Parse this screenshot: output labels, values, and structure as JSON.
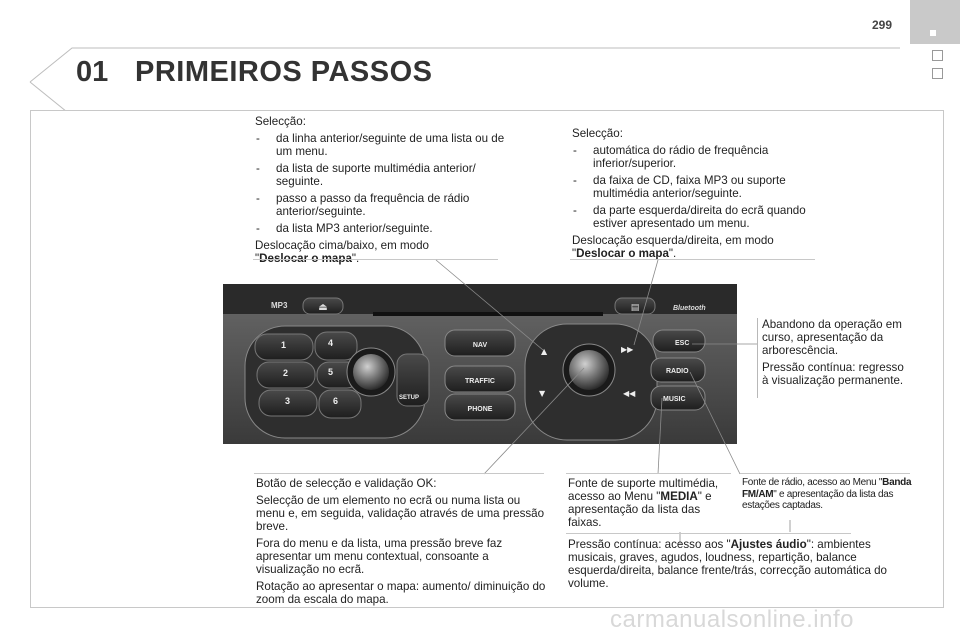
{
  "header": {
    "page_number": "299",
    "chapter_number": "01",
    "chapter_title": "PRIMEIROS PASSOS"
  },
  "top_left": {
    "heading": "Selecção:",
    "items": [
      {
        "dash": "-",
        "text": "da linha anterior/seguinte de uma lista ou de um menu."
      },
      {
        "dash": "-",
        "text": "da lista de suporte multimédia anterior/ seguinte."
      },
      {
        "dash": "-",
        "text": "passo a passo da frequência de rádio anterior/seguinte."
      },
      {
        "dash": "-",
        "text": "da lista MP3 anterior/seguinte."
      }
    ],
    "scroll_prefix": "Deslocação cima/baixo, em modo",
    "scroll_open_quote": "\"",
    "scroll_mode": "Deslocar o mapa",
    "scroll_close": "\"."
  },
  "top_right": {
    "heading": "Selecção:",
    "items": [
      {
        "dash": "-",
        "text": "automática do rádio de frequência inferior/superior."
      },
      {
        "dash": "-",
        "text": "da faixa de CD, faixa MP3 ou suporte multimédia anterior/seguinte."
      },
      {
        "dash": "-",
        "text": "da parte esquerda/direita do ecrã quando estiver apresentado um menu."
      }
    ],
    "scroll_prefix": "Deslocação esquerda/direita, em modo",
    "scroll_open_quote": "\"",
    "scroll_mode": "Deslocar o mapa",
    "scroll_close": "\"."
  },
  "esc_note": {
    "line1": "Abandono da operação em curso, apresentação da arborescência.",
    "line2": "Pressão contínua: regresso à visualização permanente."
  },
  "device": {
    "mp3": "MP3",
    "eject": "⏏",
    "cd_slot": "▤",
    "bluetooth": "Bluetooth",
    "presets": [
      "1",
      "2",
      "3",
      "4",
      "5",
      "6"
    ],
    "setup": "SETUP",
    "nav": "NAV",
    "traffic": "TRAFFIC",
    "phone": "PHONE",
    "esc": "ESC",
    "radio": "RADIO",
    "music": "MUSIC",
    "up": "▲",
    "down": "▼",
    "next": "▶▶",
    "prev": "◀◀"
  },
  "ok_button": {
    "p1": "Botão de selecção e validação OK:",
    "p2": "Selecção de um elemento no ecrã ou numa lista ou menu e, em seguida, validação através de uma pressão breve.",
    "p3": "Fora do menu e da lista, uma pressão breve faz apresentar um menu contextual, consoante a visualização no ecrã.",
    "p4": "Rotação ao apresentar o mapa: aumento/ diminuição do zoom da escala do mapa."
  },
  "media_note": {
    "prefix": "Fonte de suporte multimédia, acesso ao Menu ",
    "q1": "\"",
    "bold": "MEDIA",
    "suffix": "\" e apresentação da lista das faixas."
  },
  "radio_note": {
    "prefix": "Fonte de rádio, acesso ao Menu ",
    "q1": "\"",
    "bold": "Banda FM/AM",
    "suffix": "\" e apresentação da lista das estações captadas."
  },
  "audio_note": {
    "prefix": "Pressão contínua: acesso aos \"",
    "bold": "Ajustes áudio",
    "suffix": "\": ambientes musicais, graves, agudos, loudness, repartição, balance esquerda/direita, balance frente/trás, correcção automática do volume."
  },
  "watermark": "carmanualsonline.info"
}
